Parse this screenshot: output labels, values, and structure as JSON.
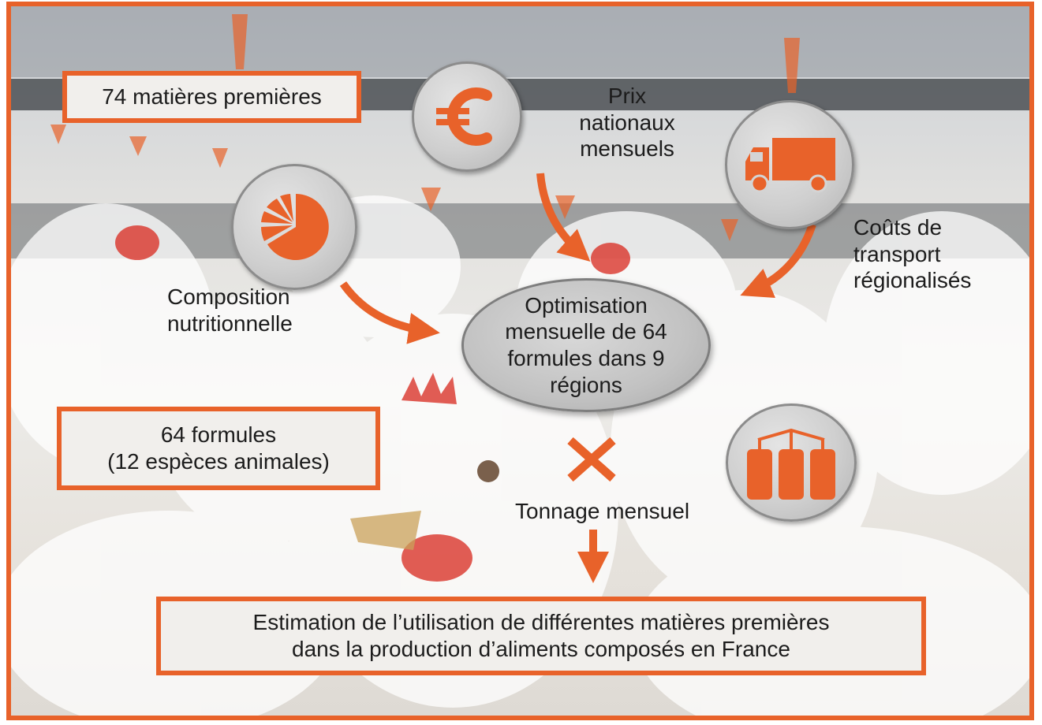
{
  "boxes": {
    "raw_materials": "74 matières premières",
    "formulas": "64 formules\n(12 espèces animales)",
    "estimation": "Estimation de l’utilisation de différentes matières premières\ndans la production d’aliments composés en France"
  },
  "labels": {
    "prices": "Prix\nnationaux\nmensuels",
    "transport": "Coûts de\ntransport\nrégionalisés",
    "composition": "Composition\nnutritionnelle",
    "tonnage": "Tonnage mensuel"
  },
  "center": "Optimisation\nmensuelle de 64\nformules dans 9\nrégions",
  "icons": [
    "euro-icon",
    "pie-chart-icon",
    "truck-icon",
    "silos-icon"
  ],
  "colors": {
    "accent": "#e8622a",
    "text": "#1c1c1c",
    "circle": "#cfcfcf"
  }
}
